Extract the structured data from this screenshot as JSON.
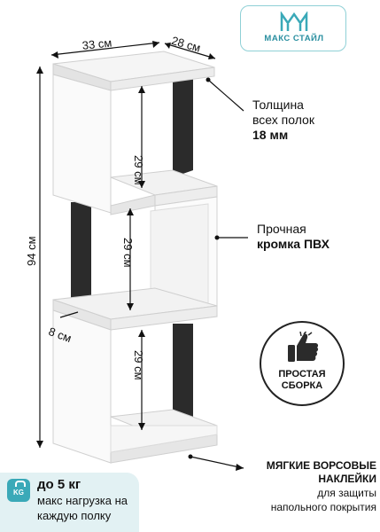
{
  "logo": {
    "brand": "МАКС СТАЙЛ",
    "icon": "mm-monogram-icon"
  },
  "dimensions": {
    "width": "33 см",
    "depth": "28 см",
    "height": "94 см",
    "shelf_top": "29 см",
    "shelf_middle": "29 см",
    "shelf_bottom": "29 см",
    "leg": "8 см"
  },
  "callouts": {
    "thickness_line1": "Толщина",
    "thickness_line2": "всех полок",
    "thickness_value": "18 мм",
    "edge_line1": "Прочная",
    "edge_line2": "кромка ПВХ",
    "assembly_line1": "ПРОСТАЯ",
    "assembly_line2": "СБОРКА",
    "stickers_line1": "МЯГКИЕ ВОРСОВЫЕ",
    "stickers_line2": "НАКЛЕЙКИ",
    "stickers_line3": "для защиты",
    "stickers_line4": "напольного покрытия"
  },
  "load": {
    "icon": "weight-kg-icon",
    "icon_label": "KG",
    "value": "до 5 кг",
    "line1": "макс нагрузка на",
    "line2": "каждую полку"
  },
  "colors": {
    "accent": "#3aa9b8",
    "badge_bg": "#e2f1f3",
    "panel_dark": "#2a2a2a"
  }
}
